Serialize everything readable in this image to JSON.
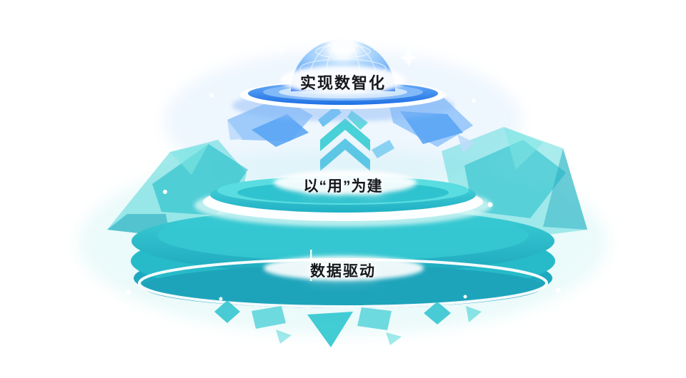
{
  "diagram": {
    "type": "layered-platform-pyramid",
    "background": "#ffffff",
    "tiers": [
      {
        "level": "top",
        "label": "实现数智化",
        "color": "#2e7bf0",
        "shape": "globe-dome-on-ring"
      },
      {
        "level": "middle",
        "label": "以“用”为建",
        "color": "#2cc5ce",
        "shape": "teal-disc-platform"
      },
      {
        "level": "bottom",
        "label": "数据驱动",
        "color": "#27bac9",
        "shape": "large-teal-disc-platform"
      }
    ],
    "colors": {
      "blue": "#2e7bf0",
      "light_blue": "#8fc3f9",
      "teal": "#2cc5ce",
      "light_teal": "#59dde0",
      "dark_teal": "#1da8bd",
      "white": "#ffffff",
      "text": "#15181c"
    }
  }
}
